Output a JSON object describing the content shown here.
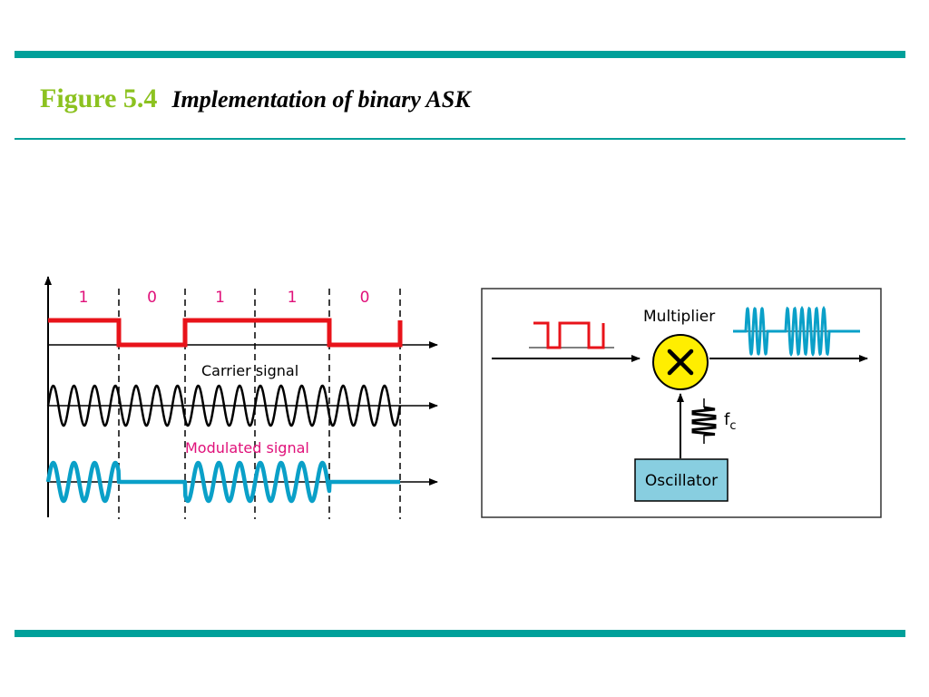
{
  "header": {
    "figure_number": "Figure 5.4",
    "caption": "Implementation of binary ASK"
  },
  "colors": {
    "rule": "#00a09a",
    "figure_number": "#8cc220",
    "digital": "#e8131a",
    "modulated": "#0aa0c8",
    "label_pink": "#e0117a",
    "multiplier_fill": "#ffee00",
    "oscillator_fill": "#88cee0"
  },
  "waveforms": {
    "bits": [
      "1",
      "0",
      "1",
      "1",
      "0"
    ],
    "carrier_label": "Carrier signal",
    "modulated_label": "Modulated signal"
  },
  "block_diagram": {
    "multiplier_label": "Multiplier",
    "oscillator_label": "Oscillator",
    "frequency_label": "f",
    "frequency_subscript": "c"
  }
}
